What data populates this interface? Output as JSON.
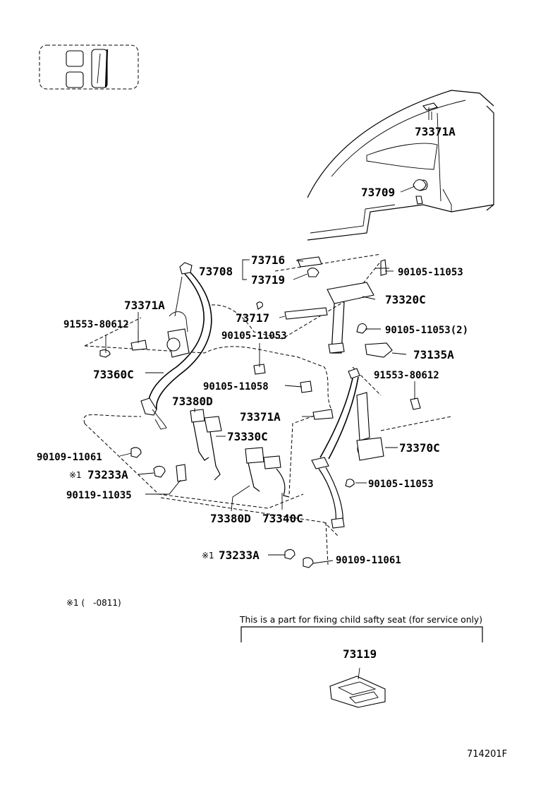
{
  "labels": {
    "p73371A_top": "73371A",
    "p73709": "73709",
    "p73716": "73716",
    "p73708": "73708",
    "p73719": "73719",
    "p90105_11053_a": "90105-11053",
    "p73371A_left": "73371A",
    "p73717": "73717",
    "p73320C": "73320C",
    "p91553_80612_left": "91553-80612",
    "p90105_11053_b": "90105-11053",
    "p90105_11053_2": "90105-11053(2)",
    "p73360C": "73360C",
    "p73135A": "73135A",
    "p91553_80612_right": "91553-80612",
    "p90105_11058": "90105-11058",
    "p73380D_top": "73380D",
    "p73371A_mid": "73371A",
    "p73330C": "73330C",
    "p73370C": "73370C",
    "p90109_11061_a": "90109-11061",
    "p73233A_a": "73233A",
    "p90105_11053_c": "90105-11053",
    "p90119_11035": "90119-11035",
    "p73380D_bottom": "73380D",
    "p73340C": "73340C",
    "p73233A_b": "73233A",
    "p90109_11061_b": "90109-11061",
    "p73119": "73119"
  },
  "marks": {
    "note_mark_a": "※1",
    "note_mark_b": "※1"
  },
  "footnote": "※1 (　-0811)",
  "service_note": "This is a part for fixing child safty seat (for service only)",
  "figure_id": "714201F"
}
